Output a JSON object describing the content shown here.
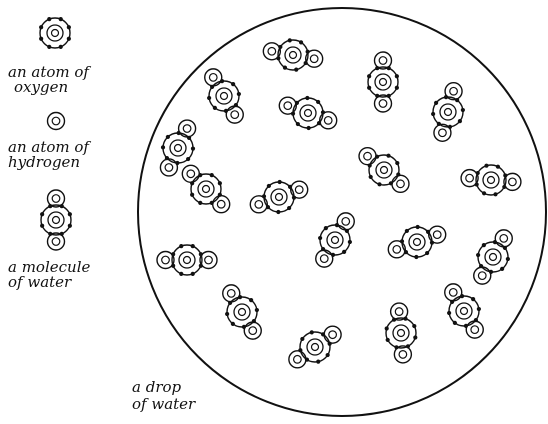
{
  "legend": {
    "oxygen_label": [
      "an atom of",
      "oxygen"
    ],
    "hydrogen_label": [
      "an atom of",
      "hydrogen"
    ],
    "molecule_label": [
      "a molecule",
      "of water"
    ]
  },
  "drop_label": [
    "a drop",
    "of water"
  ],
  "colors": {
    "ink": "#111111",
    "paper": "#ffffff"
  }
}
